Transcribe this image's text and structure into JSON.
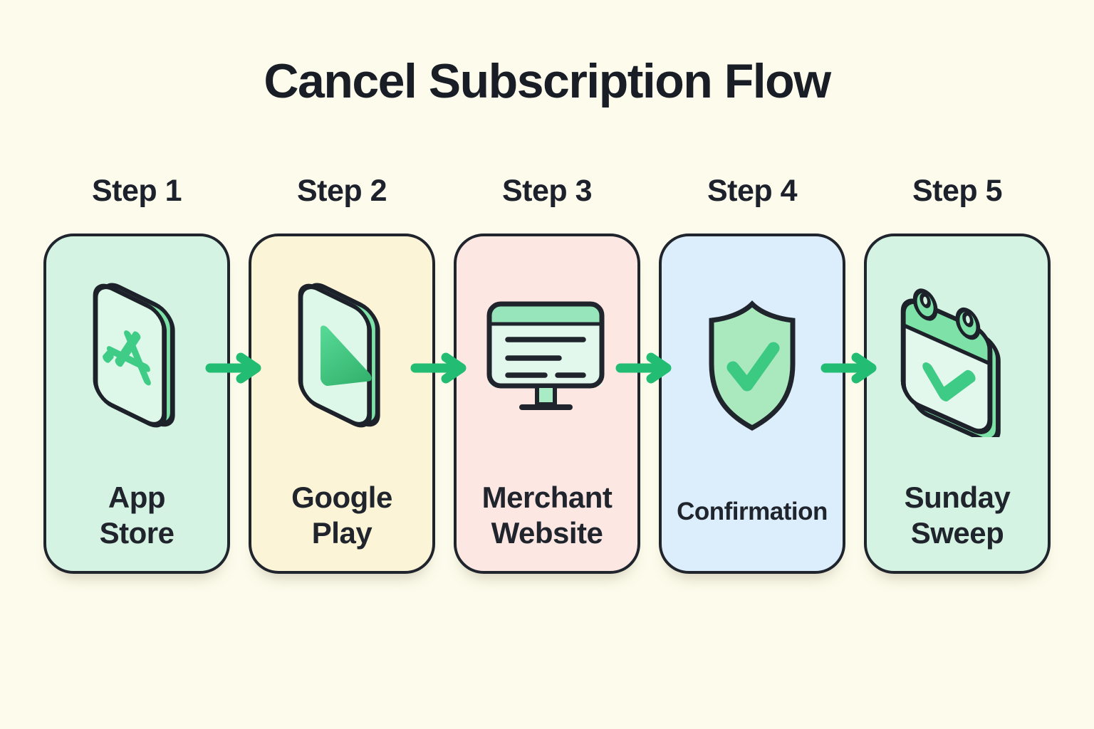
{
  "title": "Cancel Subscription Flow",
  "steps": [
    {
      "step_label": "Step 1",
      "label": "App Store",
      "label_lines": [
        "App",
        "Store"
      ],
      "icon": "app-store-icon",
      "card_color": "#d5f3e2"
    },
    {
      "step_label": "Step 2",
      "label": "Google Play",
      "label_lines": [
        "Google",
        "Play"
      ],
      "icon": "google-play-icon",
      "card_color": "#fbf4d6"
    },
    {
      "step_label": "Step 3",
      "label": "Merchant Website",
      "label_lines": [
        "Merchant",
        "Website"
      ],
      "icon": "merchant-website-icon",
      "card_color": "#fce7e3"
    },
    {
      "step_label": "Step 4",
      "label": "Confirmation",
      "label_lines": [
        "Confirmation"
      ],
      "icon": "confirmation-shield-icon",
      "card_color": "#dceefb"
    },
    {
      "step_label": "Step 5",
      "label": "Sunday Sweep",
      "label_lines": [
        "Sunday",
        "Sweep"
      ],
      "icon": "calendar-check-icon",
      "card_color": "#d5f3e2"
    }
  ],
  "arrows": {
    "count": 4,
    "direction": "right",
    "color": "#22bd72"
  },
  "colors": {
    "background": "#fdfcec",
    "outline": "#20242c",
    "text": "#1d212b",
    "accent_green": "#22bd72",
    "glyph_green": "#3fcc86",
    "icon_edge_green": "#7de1a8",
    "icon_face_mint": "#e2f8ec",
    "shield_fill": "#a9e9bd",
    "card_green": "#d5f3e2",
    "card_yellow": "#fbf4d6",
    "card_pink": "#fce7e3",
    "card_blue": "#dceefb"
  }
}
